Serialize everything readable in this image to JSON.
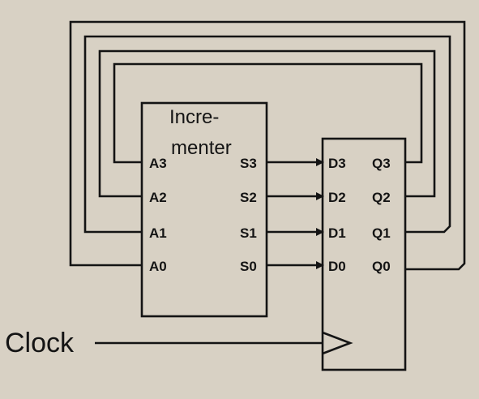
{
  "incrementer": {
    "title_line1": "Incre-",
    "title_line2": "menter",
    "inputs": [
      "A3",
      "A2",
      "A1",
      "A0"
    ],
    "outputs": [
      "S3",
      "S2",
      "S1",
      "S0"
    ]
  },
  "register": {
    "inputs": [
      "D3",
      "D2",
      "D1",
      "D0"
    ],
    "outputs": [
      "Q3",
      "Q2",
      "Q1",
      "Q0"
    ]
  },
  "clock_label": "Clock",
  "colors": {
    "background": "#d8d1c4",
    "ink": "#141414"
  }
}
